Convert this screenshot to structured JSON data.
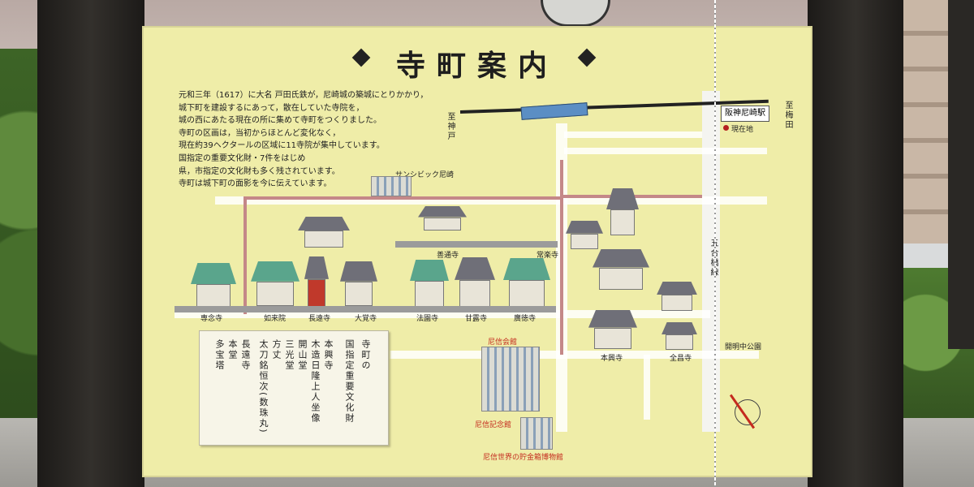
{
  "board": {
    "title": "寺町案内",
    "intro_lines": [
      "元和三年（1617）に大名 戸田氏鉄が，尼崎城の築城にとりかかり，",
      "城下町を建設するにあって，散在していた寺院を，",
      "城の西にあたる現在の所に集めて寺町をつくりました。",
      "寺町の区画は，当初からほとんど変化なく，",
      "現在約39ヘクタールの区域に11寺院が集中しています。",
      "国指定の重要文化財・7件をはじめ",
      "県，市指定の文化財も多く残されています。",
      "寺町は城下町の面影を今に伝えています。"
    ],
    "map_labels": {
      "to_kobe": "至神戸",
      "to_umeda": "至梅田",
      "station": "阪神尼崎駅",
      "current_location": "現在地",
      "sun_civic": "サンシビック尼崎",
      "goai_line": "五合橋線",
      "park": "開明中公園",
      "shinkaikan": "尼信会館",
      "kinenkan": "尼信記念館",
      "museum": "尼信世界の貯金箱博物館"
    },
    "temples": {
      "zenen": "善通寺",
      "jorakuji": "常楽寺",
      "shinenji": "専念寺",
      "nyoraiin": "如来院",
      "chojoji": "長遠寺",
      "daikakuji": "大覚寺",
      "hoonji": "法園寺",
      "kanroji": "甘露寺",
      "kotokuji": "廣徳寺",
      "honkoji": "本興寺",
      "zenshoji": "全昌寺"
    },
    "legend": {
      "heading": "寺町の",
      "subheading": "国指定重要文化財",
      "items": [
        "本興寺",
        "木造日隆上人坐像",
        "開山堂",
        "三光堂",
        "方丈",
        "太刀銘恒次(数珠丸)",
        "長遠寺",
        "本堂",
        "多宝塔"
      ]
    }
  },
  "colors": {
    "board_background": "#efeda8",
    "label_red": "#c42a1e",
    "post": "#2a2623"
  }
}
